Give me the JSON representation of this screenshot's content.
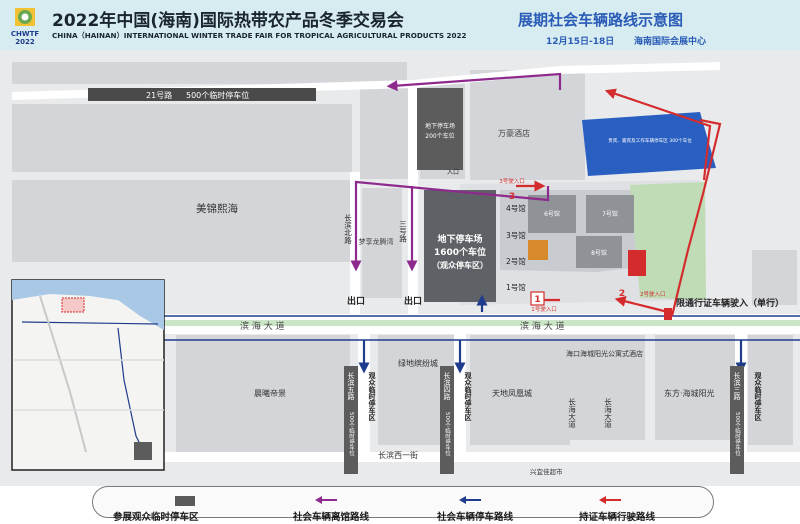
{
  "header": {
    "fair_year": "2022",
    "fair_title_cn": "2022年中国(海南)国际热带农产品冬季交易会",
    "fair_title_en": "CHINA（HAINAN）INTERNATIONAL WINTER TRADE FAIR FOR TROPICAL AGRICULTURAL PRODUCTS 2022",
    "map_title": "展期社会车辆路线示意图",
    "dates": "12月15日-18日",
    "venue": "海南国际会展中心",
    "logo_text": "CHWTF"
  },
  "map": {
    "road_21": "21号路",
    "parking_500_21": "500个临时停车位",
    "area_meijin": "美锦熙海",
    "area_wanhao": "万豪酒店",
    "area_mengxiang": "梦享龙腾湾",
    "area_lvdi": "绿地缤纷城",
    "area_tiandi": "天地凤凰城",
    "area_chenxi": "晨曦帝景",
    "area_haikou": "海口海城阳光公寓式酒店",
    "area_dongfang": "东方·海城阳光",
    "area_xingjie": "兴宜佳超市",
    "road_binhai_1": "滨 海 大 道",
    "road_binhai_2": "滨 海 大 道",
    "road_changbin_north": "长滨北路",
    "road_sanjie": "三号路",
    "road_changbin_5": "长滨五路",
    "road_changbin_4": "长滨四路",
    "road_changbin_3": "长滨三路",
    "road_changbin_west1": "长滨西一街",
    "road_changhai": "长海大道",
    "underground_small": "地下停车场",
    "underground_small_2": "200个车位",
    "guest_parking": "贵宾、嘉宾及工作车辆停车区 300个车位",
    "main_lot_1": "地下停车场",
    "main_lot_2": "1600个车位",
    "main_lot_3": "（观众停车区）",
    "hall_4": "4号馆",
    "hall_3": "3号馆",
    "hall_2": "2号馆",
    "hall_1": "1号馆",
    "hall_6": "6号馆",
    "hall_7": "7号馆",
    "hall_8": "8号馆",
    "entrance_1": "1",
    "entrance_2": "2",
    "entrance_3": "3",
    "entrance_label_1": "1号驶入口",
    "entrance_label_2": "2号驶入口",
    "entrance_label_3": "3号驶入口",
    "ru_kou": "入口",
    "chu_kou_1": "出口",
    "chu_kou_2": "出口",
    "restricted": "限通行证车辆驶入（单行）",
    "viewer_temp_1": "观众临时停车区",
    "viewer_temp_2": "观众临时停车区",
    "viewer_temp_3": "观众临时停车区",
    "spaces_500_1": "500个临时停车位",
    "spaces_500_2": "500个临时停车位",
    "spaces_500_3": "500个临时停车位"
  },
  "legend": {
    "viewer_parking": "参展观众临时停车区",
    "leave_route": "社会车辆离馆路线",
    "park_route": "社会车辆停车路线",
    "pass_route": "持证车辆行驶路线"
  },
  "colors": {
    "header_bg": "#d6ecf1",
    "title_blue": "#2a5bb6",
    "road_navy": "#1f3c8c",
    "leave_purple": "#8e2a8e",
    "pass_red": "#d42c2c",
    "guest_blue": "#2a5fc2",
    "parking_gray": "#5a5a5a",
    "road_green": "#cbe6c6"
  }
}
